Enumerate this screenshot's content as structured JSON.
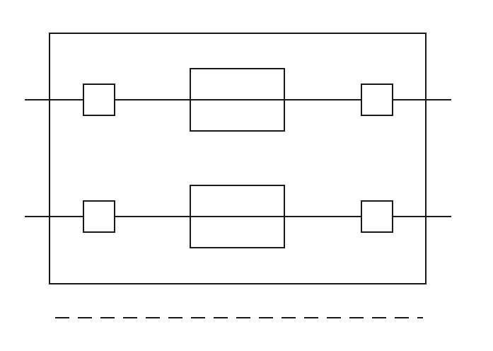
{
  "diagram": {
    "stroke_color": "#1a1a1a",
    "background_color": "#ffffff",
    "rows": [
      {
        "id": "top",
        "left_terminal": "square",
        "center_element": "rectangle",
        "right_terminal": "square"
      },
      {
        "id": "bottom",
        "left_terminal": "square",
        "center_element": "rectangle",
        "right_terminal": "square"
      }
    ],
    "dashed_line": {
      "style": "dashed"
    }
  }
}
